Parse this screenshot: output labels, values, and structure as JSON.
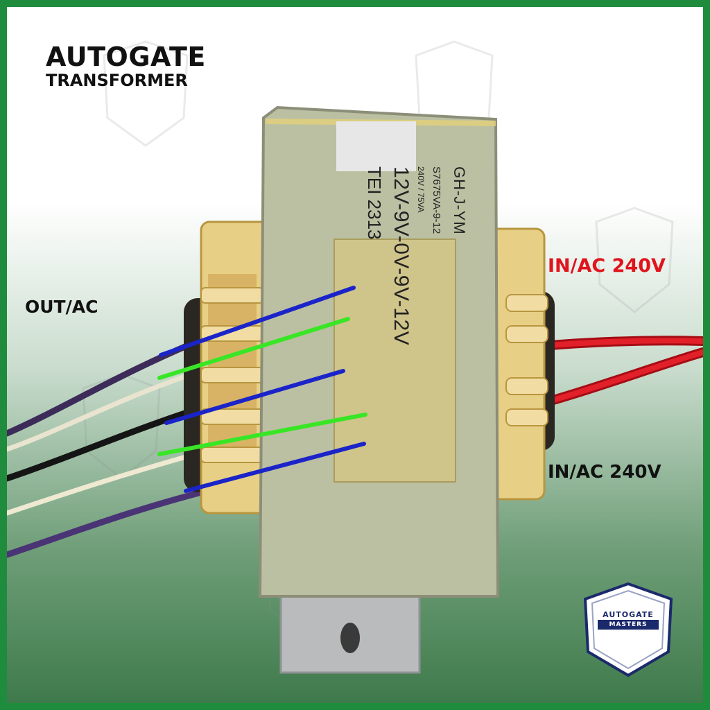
{
  "title": {
    "line1": "AUTOGATE",
    "line2": "TRANSFORMER"
  },
  "labels": {
    "output": "OUT/AC",
    "input_top": "IN/AC 240V",
    "input_bottom": "IN/AC 240V"
  },
  "nameplate": {
    "model": "GH-J-YM",
    "part": "S7675VA-9-12",
    "rating": "240V / 75VA",
    "taps": "12V-9V-0V-9V-12V",
    "code": "TEI 2313"
  },
  "logo": {
    "name": "AUTOGATE",
    "subname": "MASTERS"
  },
  "colors": {
    "border": "#1e8c3c",
    "input_label": "#e0141c",
    "line_12v": "#1a24c8",
    "line_9v": "#39e626",
    "wire_in": "#d3121c"
  }
}
